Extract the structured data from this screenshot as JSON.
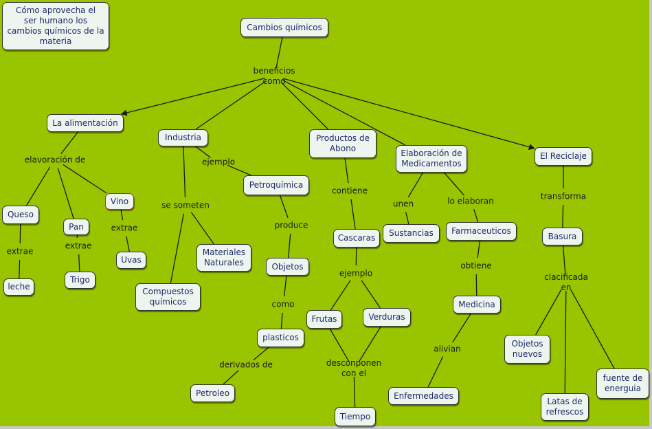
{
  "title": {
    "id": "title",
    "text": "Cómo aprovecha el\nser humano los\ncambios químicos de la\nmateria"
  },
  "concepts": [
    {
      "id": "cambios",
      "text": "Cambios químicos"
    },
    {
      "id": "alimentacion",
      "text": "La alimentación"
    },
    {
      "id": "industria",
      "text": "Industria"
    },
    {
      "id": "productos",
      "text": "Productos de\nAbono"
    },
    {
      "id": "elaboracion",
      "text": "Elaboración de\nMedicamentos"
    },
    {
      "id": "reciclaje",
      "text": "El Reciclaje"
    },
    {
      "id": "queso",
      "text": "Queso"
    },
    {
      "id": "pan",
      "text": "Pan"
    },
    {
      "id": "vino",
      "text": "Vino",
      "highlight": true
    },
    {
      "id": "leche",
      "text": "leche"
    },
    {
      "id": "trigo",
      "text": "Trigo"
    },
    {
      "id": "uvas",
      "text": "Uvas"
    },
    {
      "id": "petroquimica",
      "text": "Petroquímica"
    },
    {
      "id": "materiales",
      "text": "Materiales\nNaturales"
    },
    {
      "id": "compuestos",
      "text": "Compuestos\nquímicos"
    },
    {
      "id": "objetos",
      "text": "Objetos"
    },
    {
      "id": "plasticos",
      "text": "plasticos"
    },
    {
      "id": "petroleo",
      "text": "Petroleo"
    },
    {
      "id": "cascaras",
      "text": "Cascaras"
    },
    {
      "id": "frutas",
      "text": "Frutas"
    },
    {
      "id": "verduras",
      "text": "Verduras"
    },
    {
      "id": "tiempo",
      "text": "Tiempo"
    },
    {
      "id": "sustancias",
      "text": "Sustancias"
    },
    {
      "id": "farmaceuticos",
      "text": "Farmaceuticos"
    },
    {
      "id": "medicina",
      "text": "Medicina"
    },
    {
      "id": "enfermedades",
      "text": "Enfermedades"
    },
    {
      "id": "basura",
      "text": "Basura"
    },
    {
      "id": "objetosnuevos",
      "text": "Objetos\nnuevos"
    },
    {
      "id": "latas",
      "text": "Latas de\nrefrescos"
    },
    {
      "id": "fuente",
      "text": "fuente de\nenerguia"
    }
  ],
  "link_phrases": [
    {
      "id": "beneficios",
      "text": "beneficios\ncomo"
    },
    {
      "id": "elavoracion",
      "text": "elavoración de"
    },
    {
      "id": "extrae1",
      "text": "extrae"
    },
    {
      "id": "extrae2",
      "text": "extrae"
    },
    {
      "id": "extrae3",
      "text": "extrae"
    },
    {
      "id": "ejemplo1",
      "text": "ejemplo"
    },
    {
      "id": "sesometen",
      "text": "se someten"
    },
    {
      "id": "produce",
      "text": "produce"
    },
    {
      "id": "como",
      "text": "como"
    },
    {
      "id": "derivados",
      "text": "derivados de"
    },
    {
      "id": "contiene",
      "text": "contiene"
    },
    {
      "id": "ejemplo2",
      "text": "ejemplo"
    },
    {
      "id": "desconponen",
      "text": "desconponen\ncon el"
    },
    {
      "id": "unen",
      "text": "unen"
    },
    {
      "id": "loelaboran",
      "text": "lo elaboran"
    },
    {
      "id": "obtiene",
      "text": "obtiene"
    },
    {
      "id": "alivian",
      "text": "alivian"
    },
    {
      "id": "transforma",
      "text": "transforma"
    },
    {
      "id": "clasificada",
      "text": "clacificada\nen"
    }
  ],
  "connections": [
    {
      "from": "cambios",
      "to": "beneficios",
      "arrow": false
    },
    {
      "from": "beneficios",
      "to": "alimentacion",
      "arrow": true
    },
    {
      "from": "beneficios",
      "to": "industria",
      "arrow": false
    },
    {
      "from": "beneficios",
      "to": "productos",
      "arrow": false
    },
    {
      "from": "beneficios",
      "to": "elaboracion",
      "arrow": false
    },
    {
      "from": "beneficios",
      "to": "reciclaje",
      "arrow": true
    },
    {
      "from": "alimentacion",
      "to": "elavoracion",
      "arrow": false
    },
    {
      "from": "elavoracion",
      "to": "queso",
      "arrow": false
    },
    {
      "from": "elavoracion",
      "to": "pan",
      "arrow": false
    },
    {
      "from": "elavoracion",
      "to": "vino",
      "arrow": false
    },
    {
      "from": "queso",
      "to": "extrae1",
      "arrow": false
    },
    {
      "from": "extrae1",
      "to": "leche",
      "arrow": false
    },
    {
      "from": "pan",
      "to": "extrae2",
      "arrow": false
    },
    {
      "from": "extrae2",
      "to": "trigo",
      "arrow": false
    },
    {
      "from": "vino",
      "to": "extrae3",
      "arrow": false
    },
    {
      "from": "extrae3",
      "to": "uvas",
      "arrow": false
    },
    {
      "from": "industria",
      "to": "ejemplo1",
      "arrow": false
    },
    {
      "from": "ejemplo1",
      "to": "petroquimica",
      "arrow": false
    },
    {
      "from": "industria",
      "to": "sesometen",
      "arrow": false
    },
    {
      "from": "sesometen",
      "to": "materiales",
      "arrow": false
    },
    {
      "from": "sesometen",
      "to": "compuestos",
      "arrow": false
    },
    {
      "from": "petroquimica",
      "to": "produce",
      "arrow": false
    },
    {
      "from": "produce",
      "to": "objetos",
      "arrow": false
    },
    {
      "from": "objetos",
      "to": "como",
      "arrow": false
    },
    {
      "from": "como",
      "to": "plasticos",
      "arrow": false
    },
    {
      "from": "plasticos",
      "to": "derivados",
      "arrow": false
    },
    {
      "from": "derivados",
      "to": "petroleo",
      "arrow": false
    },
    {
      "from": "productos",
      "to": "contiene",
      "arrow": false
    },
    {
      "from": "contiene",
      "to": "cascaras",
      "arrow": false
    },
    {
      "from": "cascaras",
      "to": "ejemplo2",
      "arrow": false
    },
    {
      "from": "ejemplo2",
      "to": "frutas",
      "arrow": false
    },
    {
      "from": "ejemplo2",
      "to": "verduras",
      "arrow": false
    },
    {
      "from": "frutas",
      "to": "desconponen",
      "arrow": false
    },
    {
      "from": "verduras",
      "to": "desconponen",
      "arrow": false
    },
    {
      "from": "desconponen",
      "to": "tiempo",
      "arrow": false
    },
    {
      "from": "elaboracion",
      "to": "unen",
      "arrow": false
    },
    {
      "from": "unen",
      "to": "sustancias",
      "arrow": false
    },
    {
      "from": "elaboracion",
      "to": "loelaboran",
      "arrow": false
    },
    {
      "from": "loelaboran",
      "to": "farmaceuticos",
      "arrow": false
    },
    {
      "from": "farmaceuticos",
      "to": "obtiene",
      "arrow": false
    },
    {
      "from": "obtiene",
      "to": "medicina",
      "arrow": false
    },
    {
      "from": "medicina",
      "to": "alivian",
      "arrow": false
    },
    {
      "from": "alivian",
      "to": "enfermedades",
      "arrow": false
    },
    {
      "from": "reciclaje",
      "to": "transforma",
      "arrow": false
    },
    {
      "from": "transforma",
      "to": "basura",
      "arrow": false
    },
    {
      "from": "basura",
      "to": "clasificada",
      "arrow": false
    },
    {
      "from": "clasificada",
      "to": "objetosnuevos",
      "arrow": false
    },
    {
      "from": "clasificada",
      "to": "latas",
      "arrow": false
    },
    {
      "from": "clasificada",
      "to": "fuente",
      "arrow": false
    }
  ],
  "colors": {
    "background": "#99c400",
    "node_fill": "#eef4ee",
    "node_text": "#1d2a6b",
    "line": "#1a1a1a",
    "highlight_border": "#cc2222"
  }
}
